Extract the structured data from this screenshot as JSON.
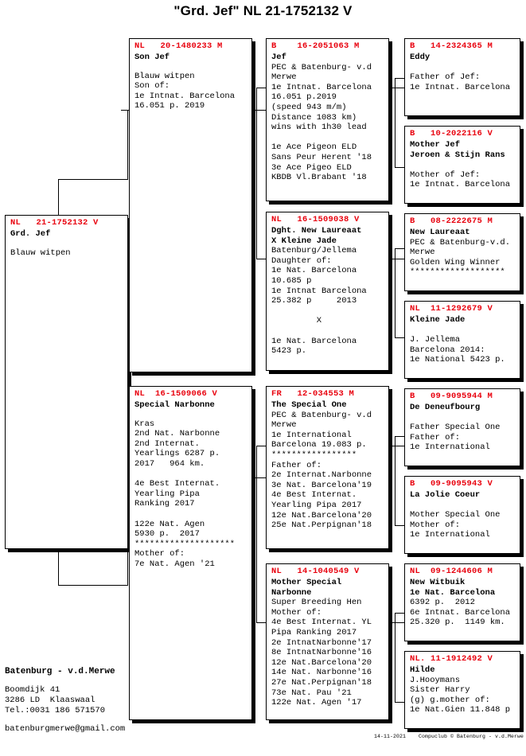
{
  "title": "\"Grd. Jef\"  NL  21-1752132 V",
  "colors": {
    "ring": "#e8000d",
    "text": "#000000",
    "background": "#ffffff"
  },
  "subject": {
    "ring": "NL   21-1752132 V",
    "name": "Grd. Jef",
    "details": [
      "Blauw witpen"
    ]
  },
  "gen2": [
    {
      "ring": "NL   20-1480233 M",
      "name": "Son Jef",
      "details": [
        "Blauw witpen",
        "Son of:",
        "1e Intnat. Barcelona",
        "16.051 p. 2019"
      ]
    },
    {
      "ring": "NL  16-1509066 V",
      "name": "Special Narbonne",
      "details": [
        "Kras",
        "2nd Nat. Narbonne",
        "2nd Internat.",
        "Yearlings 6287 p.",
        "2017   964 km.",
        "",
        "4e Best Internat.",
        "Yearling Pipa",
        "Ranking 2017",
        "",
        "122e Nat. Agen",
        "5930 p.  2017",
        "********************",
        "Mother of:",
        "7e Nat. Agen '21"
      ]
    }
  ],
  "gen3": [
    {
      "ring": "B    16-2051063 M",
      "name": "Jef",
      "details": [
        "PEC & Batenburg- v.d",
        "Merwe",
        "1e Intnat. Barcelona",
        "16.051 p.2019",
        "(speed 943 m/m)",
        "Distance 1083 km)",
        "wins with 1h30 lead",
        "",
        "1e Ace Pigeon ELD",
        "Sans Peur Herent '18",
        "3e Ace Pigeo ELD",
        "KBDB Vl.Brabant '18"
      ]
    },
    {
      "ring": "NL   16-1509038 V",
      "name": "Dght. New Laureaat",
      "name2": "X Kleine Jade",
      "details": [
        "Batenburg/Jellema",
        "Daughter of:",
        "1e Nat. Barcelona",
        "10.685 p",
        "1e Intnat Barcelona",
        "25.382 p     2013",
        "",
        "         X",
        "",
        "1e Nat. Barcelona",
        "5423 p."
      ]
    },
    {
      "ring": "FR   12-034553 M",
      "name": "The Special One",
      "details": [
        "PEC & Batenburg- v.d",
        "Merwe",
        "1e International",
        "Barcelona 19.083 p.",
        "*****************",
        "Father of:",
        "2e Internat.Narbonne",
        "3e Nat. Barcelona'19",
        "4e Best Internat.",
        "Yearling Pipa 2017",
        "12e Nat.Barcelona'20",
        "25e Nat.Perpignan'18"
      ]
    },
    {
      "ring": "NL   14-1040549 V",
      "name": "Mother Special",
      "name2": "Narbonne",
      "details": [
        "Super Breeding Hen",
        "Mother of:",
        "4e Best Internat. YL",
        "Pipa Ranking 2017",
        "2e IntnatNarbonne'17",
        "8e IntnatNarbonne'16",
        "12e Nat.Barcelona'20",
        "14e Nat. Narbonne'16",
        "27e Nat.Perpignan'18",
        "73e Nat. Pau '21",
        "122e Nat. Agen '17"
      ]
    }
  ],
  "gen4": [
    {
      "ring": "B   14-2324365 M",
      "name": "Eddy",
      "details": [
        "",
        "Father of Jef:",
        "1e Intnat. Barcelona"
      ]
    },
    {
      "ring": "B   10-2022116 V",
      "name": "Mother Jef",
      "name2": "Jeroen & Stijn Rans",
      "details": [
        "",
        "Mother of Jef:",
        "1e Intnat. Barcelona"
      ]
    },
    {
      "ring": "B   08-2222675 M",
      "name": "New Laureaat",
      "details": [
        "PEC & Batenburg-v.d.",
        "Merwe",
        "Golden Wing Winner",
        "*******************"
      ]
    },
    {
      "ring": "NL  11-1292679 V",
      "name": "Kleine Jade",
      "details": [
        "",
        "J. Jellema",
        "Barcelona 2014:",
        "1e National 5423 p."
      ]
    },
    {
      "ring": "B   09-9095944 M",
      "name": "De Deneufbourg",
      "details": [
        "",
        "Father Special One",
        "Father of:",
        "1e International"
      ]
    },
    {
      "ring": "B   09-9095943 V",
      "name": "La Jolie Coeur",
      "details": [
        "",
        "Mother Special One",
        "Mother of:",
        "1e International"
      ]
    },
    {
      "ring": "NL  09-1244606 M",
      "name": "New Witbuik",
      "name2": "1e Nat. Barcelona",
      "details": [
        "6392 p.  2012",
        "6e Intnat. Barcelona",
        "25.320 p.  1149 km."
      ]
    },
    {
      "ring": "NL. 11-1912492 V",
      "name": "Hilde",
      "details": [
        "J.Hooymans",
        "Sister Harry",
        "(g) g.mother of:",
        "1e Nat.Gien 11.848 p"
      ]
    }
  ],
  "footer": {
    "owner": "Batenburg - v.d.Merwe",
    "address1": "Boomdijk 41",
    "address2": "3286 LD  Klaaswaal",
    "phone": "Tel.:0031 186 571570",
    "email": "batenburgmerwe@gmail.com",
    "credit": "14-11-2021    Compuclub © Batenburg - v.d.Merwe"
  }
}
